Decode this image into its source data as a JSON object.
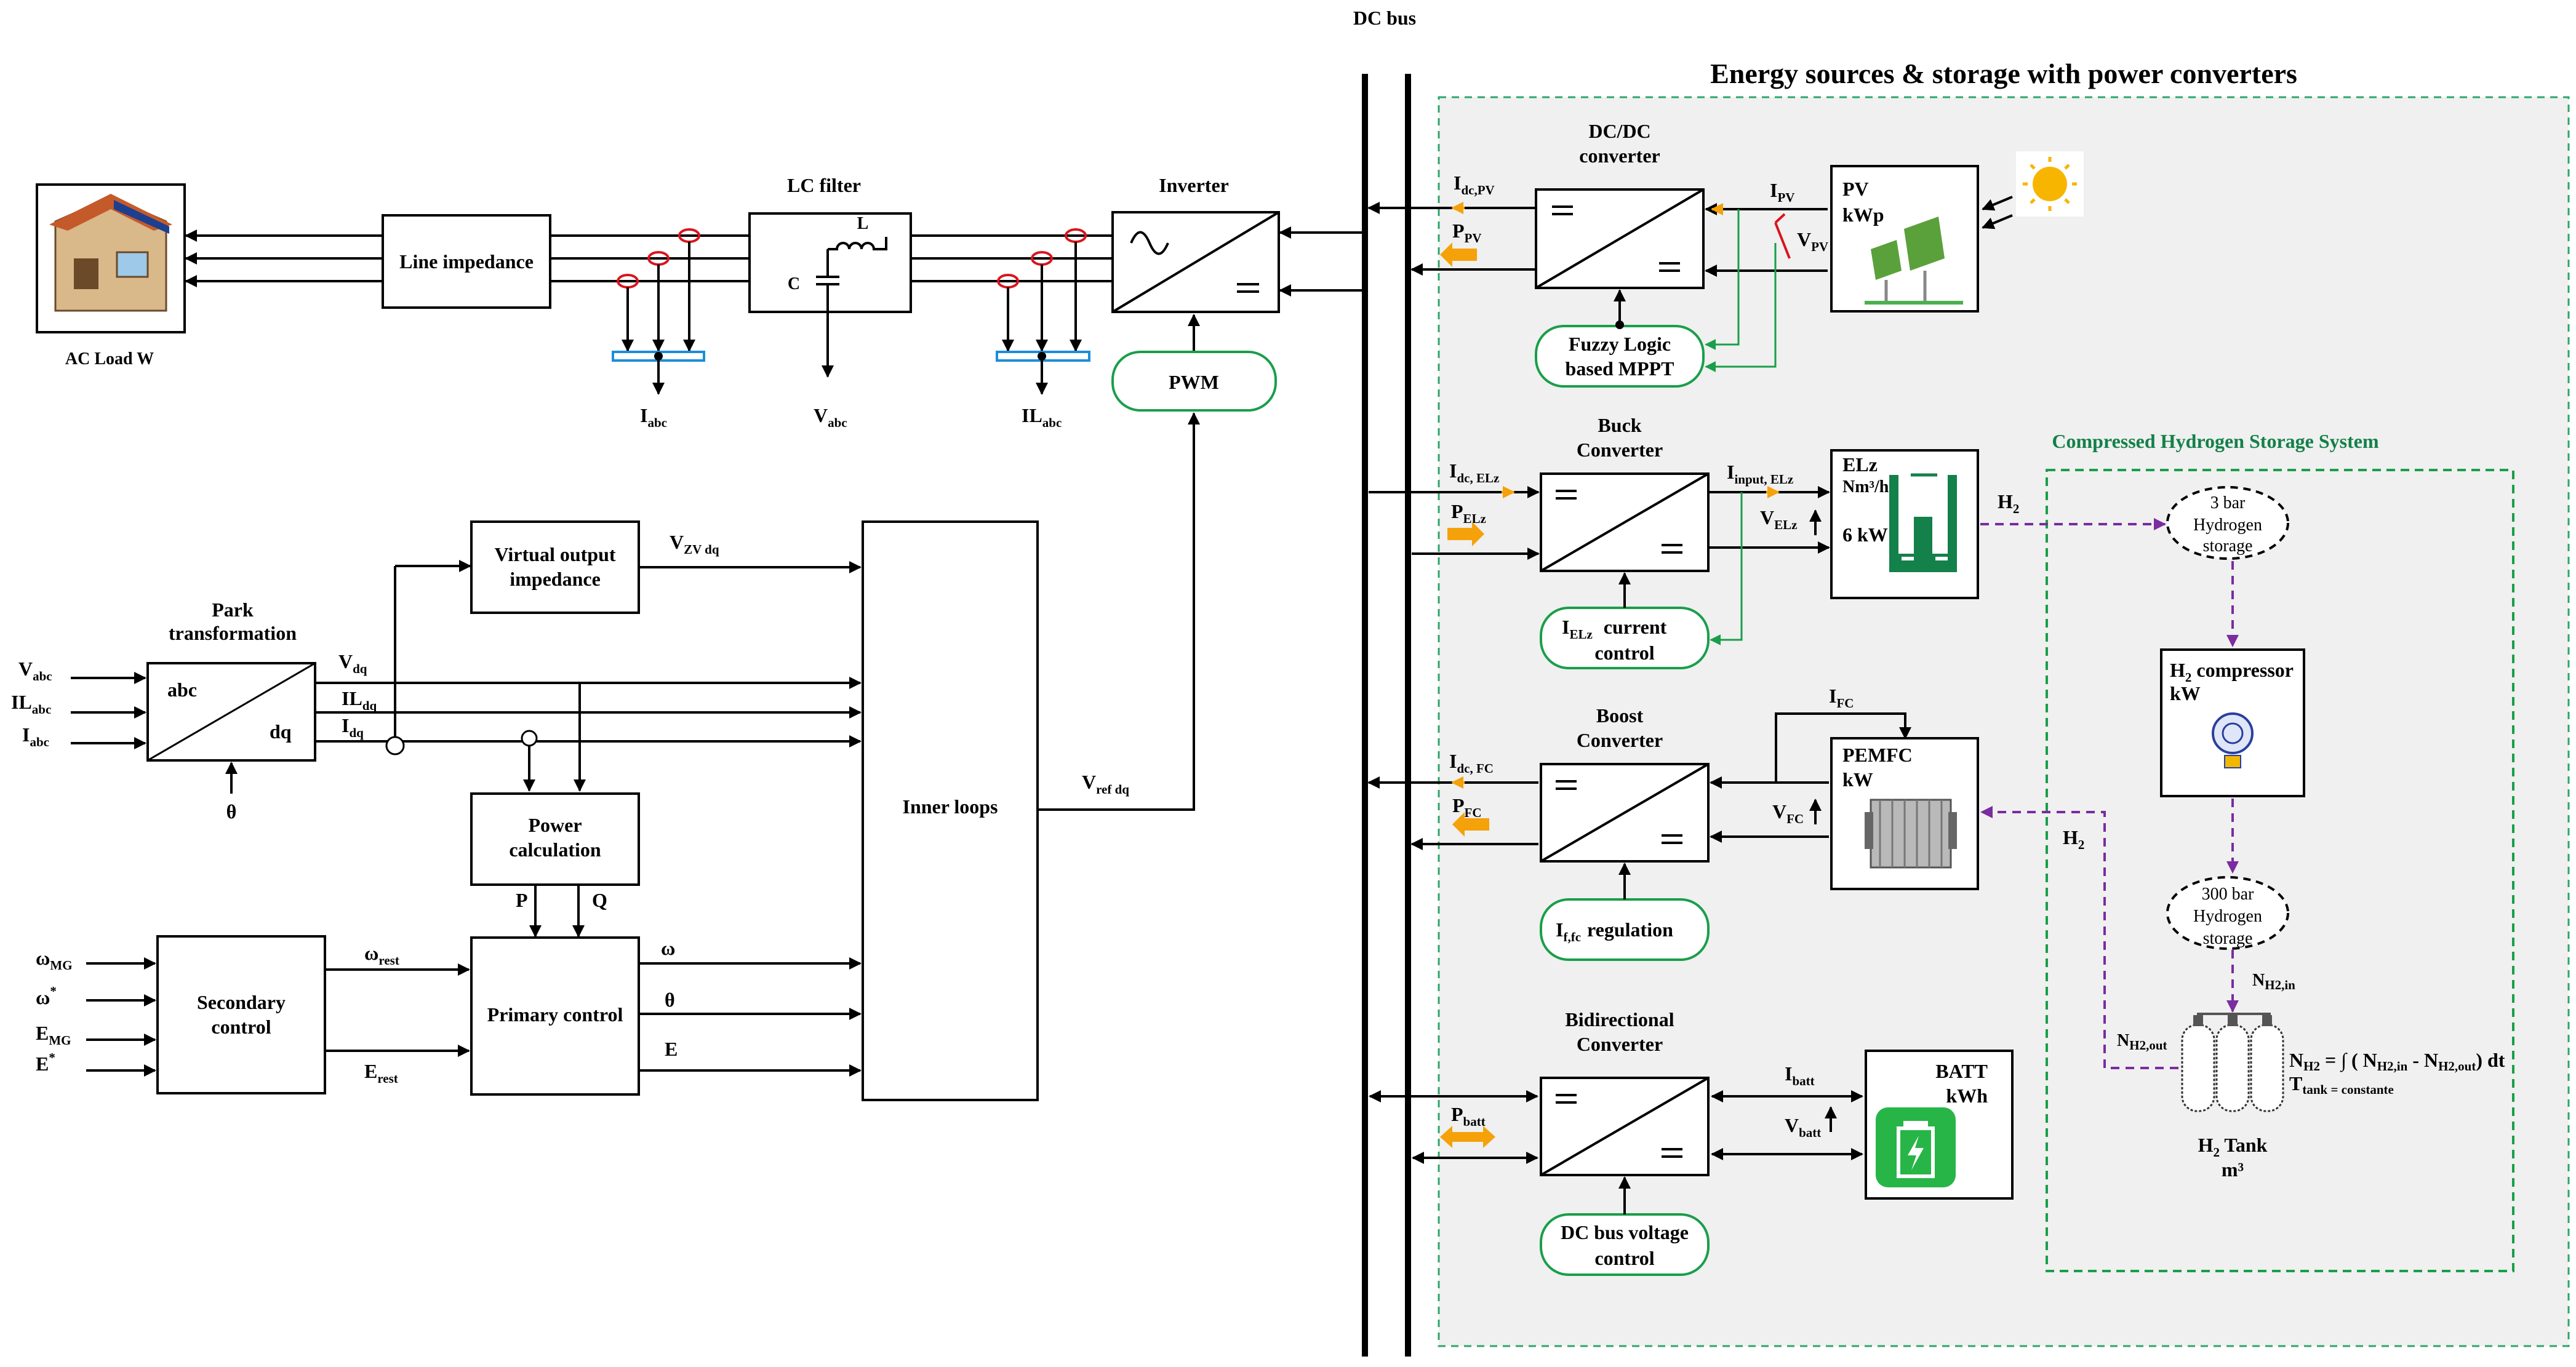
{
  "labels": {
    "dc_bus": "DC bus",
    "section_title": "Energy sources & storage with power converters",
    "ac_load": "AC Load W",
    "line_impedance": "Line impedance",
    "lc_filter": "LC filter",
    "lc_L": "L",
    "lc_C": "C",
    "inverter": "Inverter",
    "pwm": "PWM",
    "i_abc": "I",
    "i_abc_sub": "abc",
    "v_abc": "V",
    "v_abc_sub": "abc",
    "il_abc": "IL",
    "il_abc_sub": "abc",
    "virtual_output_1": "Virtual output",
    "virtual_output_2": "impedance",
    "vzv": "V",
    "vzv_sub": "ZV dq",
    "park_1": "Park",
    "park_2": "transformation",
    "park_abc": "abc",
    "park_dq": "dq",
    "in_vabc": "V",
    "in_vabc_sub": "abc",
    "in_ilabc": "IL",
    "in_ilabc_sub": "abc",
    "in_iabc": "I",
    "in_iabc_sub": "abc",
    "theta": "θ",
    "vdq": "V",
    "vdq_sub": "dq",
    "ildq": "IL",
    "ildq_sub": "dq",
    "idq": "I",
    "idq_sub": "dq",
    "inner_loops": "Inner loops",
    "vref": "V",
    "vref_sub": "ref dq",
    "power_calc_1": "Power",
    "power_calc_2": "calculation",
    "p": "P",
    "q": "Q",
    "omega_mg": "ω",
    "omega_mg_sub": "MG",
    "omega_star": "ω",
    "omega_star_sup": "*",
    "e_mg": "E",
    "e_mg_sub": "MG",
    "e_star": "E",
    "e_star_sup": "*",
    "secondary_1": "Secondary",
    "secondary_2": "control",
    "omega_rest": "ω",
    "omega_rest_sub": "rest",
    "e_rest": "E",
    "e_rest_sub": "rest",
    "primary": "Primary control",
    "out_omega": "ω",
    "out_theta": "θ",
    "out_e": "E",
    "dcdc_1": "DC/DC",
    "dcdc_2": "converter",
    "idc_pv": "I",
    "idc_pv_sub": "dc,PV",
    "p_pv": "P",
    "p_pv_sub": "PV",
    "i_pv": "I",
    "i_pv_sub": "PV",
    "v_pv": "V",
    "v_pv_sub": "PV",
    "pv_1": "PV",
    "pv_2": "kWp",
    "fuzzy_1": "Fuzzy Logic",
    "fuzzy_2": "based MPPT",
    "buck_1": "Buck",
    "buck_2": "Converter",
    "idc_elz": "I",
    "idc_elz_sub": "dc, ELz",
    "p_elz": "P",
    "p_elz_sub": "ELz",
    "iinput_elz": "I",
    "iinput_elz_sub": "input, ELz",
    "v_elz": "V",
    "v_elz_sub": "ELz",
    "elz_1": "ELz",
    "elz_2": "Nm³/h",
    "elz_3": "6 kW",
    "ielz_ctrl": "I",
    "ielz_ctrl_sub": "ELz",
    "ielz_ctrl_tail": "current",
    "ielz_ctrl_2": "control",
    "h2_a": "H",
    "h2_a_sub": "2",
    "boost_1": "Boost",
    "boost_2": "Converter",
    "i_fc": "I",
    "i_fc_sub": "FC",
    "idc_fc": "I",
    "idc_fc_sub": "dc, FC",
    "p_fc": "P",
    "p_fc_sub": "FC",
    "v_fc": "V",
    "v_fc_sub": "FC",
    "pemfc_1": "PEMFC",
    "pemfc_2": "kW",
    "ifc_reg": "I",
    "ifc_reg_sub": "f,fc",
    "ifc_reg_tail": "regulation",
    "h2_b": "H",
    "h2_b_sub": "2",
    "bidir_1": "Bidirectional",
    "bidir_2": "Converter",
    "p_batt": "P",
    "p_batt_sub": "batt",
    "i_batt": "I",
    "i_batt_sub": "batt",
    "v_batt": "V",
    "v_batt_sub": "batt",
    "batt_1": "BATT",
    "batt_2": "kWh",
    "dcbus_ctrl_1": "DC bus voltage",
    "dcbus_ctrl_2": "control",
    "h2_system": "Compressed Hydrogen Storage System",
    "t3_1": "3 bar",
    "t3_2": "Hydrogen",
    "t3_3": "storage",
    "comp_1": "H",
    "comp_1_sub": "2",
    "comp_1_tail": "compressor",
    "comp_2": "kW",
    "t300_1": "300 bar",
    "t300_2": "Hydrogen",
    "t300_3": "storage",
    "n_in": "N",
    "n_in_sub": "H2,in",
    "n_out": "N",
    "n_out_sub": "H2,out",
    "eq_1a": "N",
    "eq_1a_sub": "H2",
    "eq_1b": " = ∫ ( N",
    "eq_1c_sub": "H2,in",
    "eq_1d": " - N",
    "eq_1e_sub": "H2,out",
    "eq_1f": ") dt",
    "eq_2a": "T",
    "eq_2a_sub": "tank",
    "eq_2b_sub": " = constante",
    "tank_1": "H",
    "tank_1_sub": "2",
    "tank_1_tail": " Tank",
    "tank_2": "m³"
  },
  "colors": {
    "control_outline": "#1a9e4a",
    "hydrogen_flow": "#7a2ca0",
    "power_arrow": "#f5a10a",
    "zone_fill": "#eff0ef",
    "sensor_ring": "#d9141d",
    "sensor_bar": "#1a8fd8",
    "battery": "#27b548"
  },
  "icons": [
    "house-with-solar-icon",
    "sun-icon",
    "solar-panel-icon",
    "electrolyzer-icon",
    "compressor-icon",
    "fuel-cell-icon",
    "hydrogen-tank-icon",
    "battery-icon",
    "sine-wave-icon",
    "dc-bars-icon"
  ]
}
